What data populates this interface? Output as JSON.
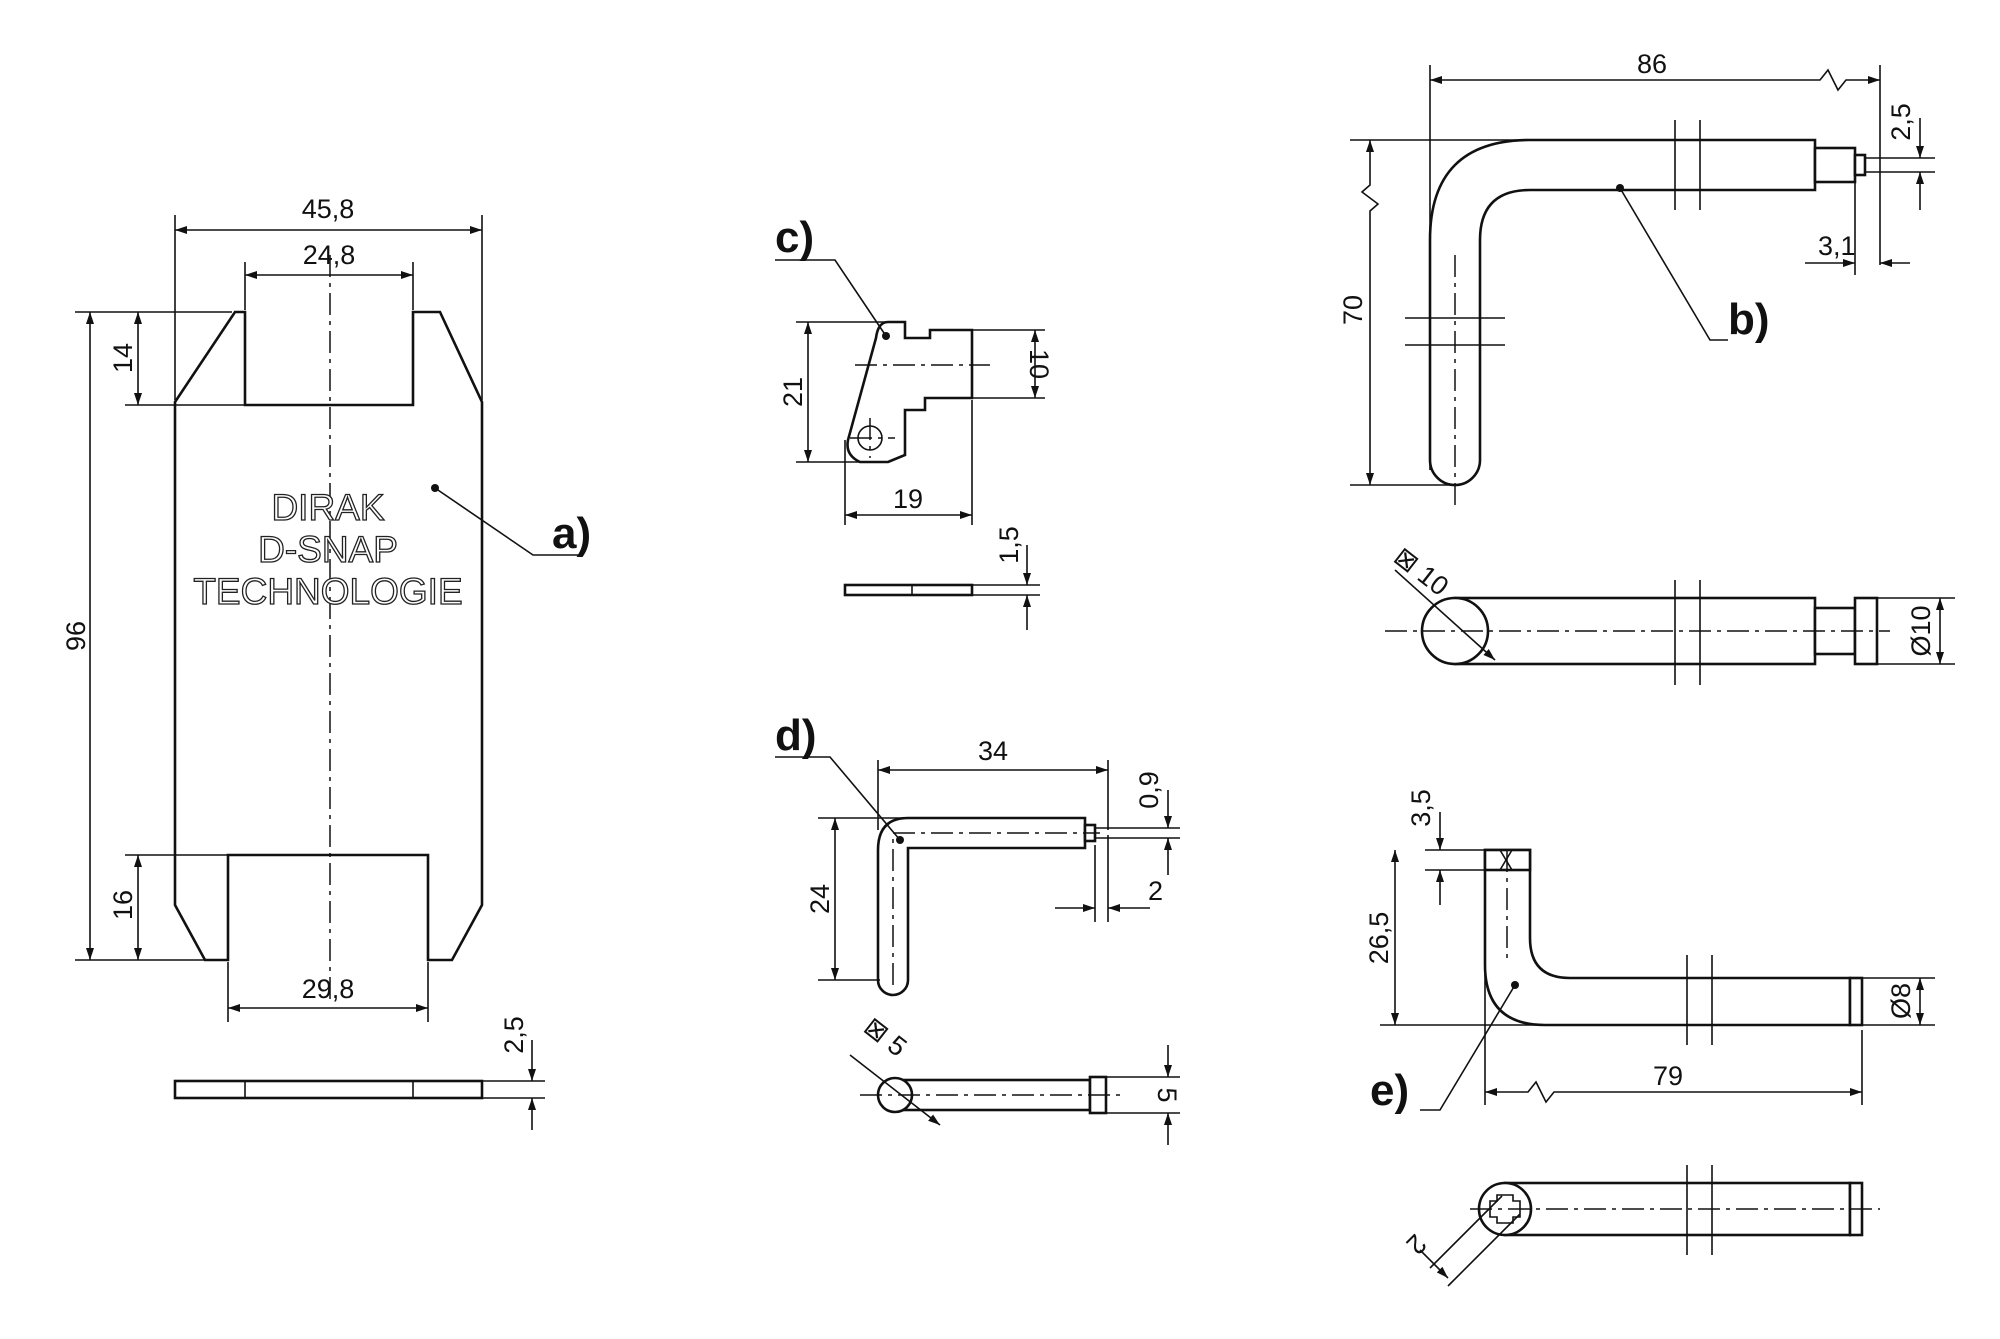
{
  "labels": {
    "a": "a)",
    "b": "b)",
    "c": "c)",
    "d": "d)",
    "e": "e)"
  },
  "brand": {
    "line1": "DIRAK",
    "line2": "D-SNAP",
    "line3": "TECHNOLOGIE"
  },
  "part_a": {
    "overall_width": "45,8",
    "top_slot_width": "24,8",
    "bottom_slot_width": "29,8",
    "overall_height": "96",
    "top_slot_depth": "14",
    "bottom_slot_depth": "16",
    "thickness": "2,5"
  },
  "part_b": {
    "length": "86",
    "height": "70",
    "tip_diameter": "2,5",
    "tip_length": "3,1",
    "square": "⊠ 10",
    "diameter": "Ø10"
  },
  "part_c": {
    "height": "21",
    "neck": "10",
    "width": "19",
    "thickness": "1,5"
  },
  "part_d": {
    "length": "34",
    "height": "24",
    "tip_diameter": "0,9",
    "tip_length": "2",
    "square": "⊠ 5",
    "end_size": "5"
  },
  "part_e": {
    "top_offset": "3,5",
    "height": "26,5",
    "diameter": "Ø8",
    "length": "79",
    "square": "2"
  }
}
